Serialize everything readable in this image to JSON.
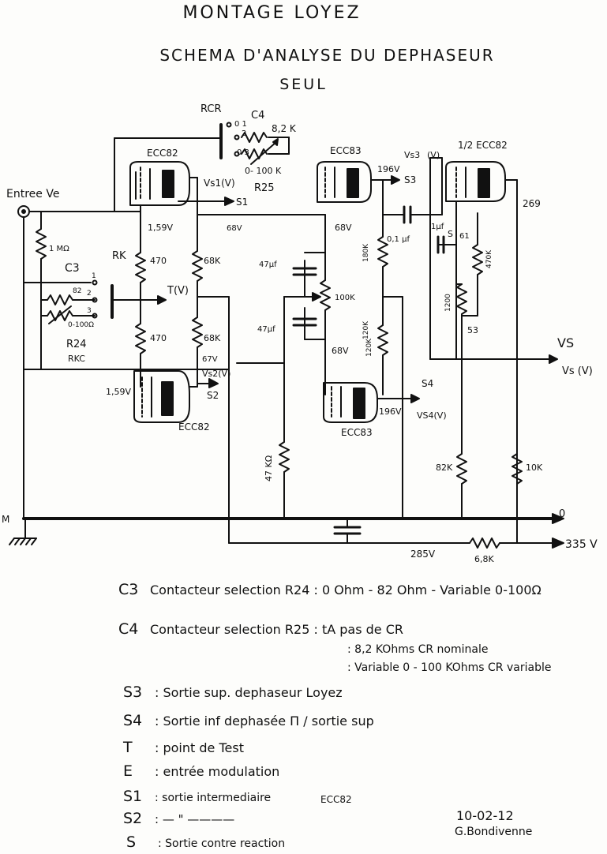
{
  "titles": {
    "line1": "MONTAGE LOYEZ",
    "line2": "SCHEMA D'ANALYSE DU DEPHASEUR",
    "line3": "SEUL"
  },
  "labels": {
    "rcr": "RCR",
    "c4": "C4",
    "c4_pos1": "0 1",
    "c4_pos2": "2",
    "c4_pos3": "0 3",
    "r_82k": "8,2 K",
    "r_0_100k": "0- 100 K",
    "r25": "R25",
    "ecc82_top": "ECC82",
    "vs1": "Vs1(V)",
    "s1": "S1",
    "ecc83_top": "ECC83",
    "v196_top": "196V",
    "vs3": "Vs3",
    "s3": "S3",
    "v_mark": "(V)",
    "ecc82_half": "1/2 ECC82",
    "v269": "269",
    "entree_ve": "Entree Ve",
    "v159_top": "1,59V",
    "v68_a": "68V",
    "v68_b": "68V",
    "c_01uf": "0,1 µf",
    "c_1uf": "1µf",
    "s_lbl": "S",
    "v61": "61",
    "r_1meg": "1 MΩ",
    "c3": "C3",
    "c3_pos1": "1",
    "c3_pos2": "2",
    "c3_pos3": "3",
    "r_82": "82",
    "r_0_100": "0-100Ω",
    "rk": "RK",
    "r470_a": "470",
    "r68k_a": "68K",
    "t_v": "T(V)",
    "c_47uf_a": "47µf",
    "r_100k": "100K",
    "r_180k": "180K",
    "r_470k": "470K",
    "r_1200": "1200",
    "v53": "53",
    "c_47uf_b": "47µf",
    "r24": "R24",
    "rkc": "RKC",
    "r470_b": "470",
    "r68k_b": "68K",
    "v67": "67V",
    "vs2": "Vs2(V)",
    "s2": "S2",
    "v68_c": "68V",
    "r_120k_a": "120K",
    "r_120k_b": "120K",
    "vs_big": "VS",
    "vs_v": "Vs (V)",
    "v159_bot": "1,59V",
    "ecc82_bot": "ECC82",
    "s4": "S4",
    "v196_bot": "196V",
    "vs4": "VS4(V)",
    "ecc83_bot": "ECC83",
    "r_47k": "47 KΩ",
    "r_82k_b": "82K",
    "r_10k": "10K",
    "m": "M",
    "o_out": "0",
    "v285": "285V",
    "r_68k_small": "6,8K",
    "v335": "335 V"
  },
  "legend": {
    "c3": {
      "key": "C3",
      "text": "Contacteur selection R24 : 0 Ohm - 82 Ohm - Variable 0-100Ω"
    },
    "c4": {
      "key": "C4",
      "text": "Contacteur selection R25 : tA   pas de CR"
    },
    "c4_sub1": ": 8,2 KOhms    CR nominale",
    "c4_sub2": ": Variable 0 - 100 KOhms CR variable",
    "s3": {
      "key": "S3",
      "text": ": Sortie sup. dephaseur Loyez"
    },
    "s4": {
      "key": "S4",
      "text": ": Sortie inf dephasée Π / sortie sup"
    },
    "t": {
      "key": "T",
      "text": ": point de Test"
    },
    "e": {
      "key": "E",
      "text": ": entrée modulation"
    },
    "s1": {
      "key": "S1",
      "text": ": sortie intermediaire"
    },
    "s1_note": "ECC82",
    "s2": {
      "key": "S2",
      "text": ": —  \"  ————"
    },
    "s": {
      "key": "S",
      "text": ": Sortie contre reaction"
    }
  },
  "footer": {
    "date": "10-02-12",
    "author": "G.Bondivenne"
  }
}
